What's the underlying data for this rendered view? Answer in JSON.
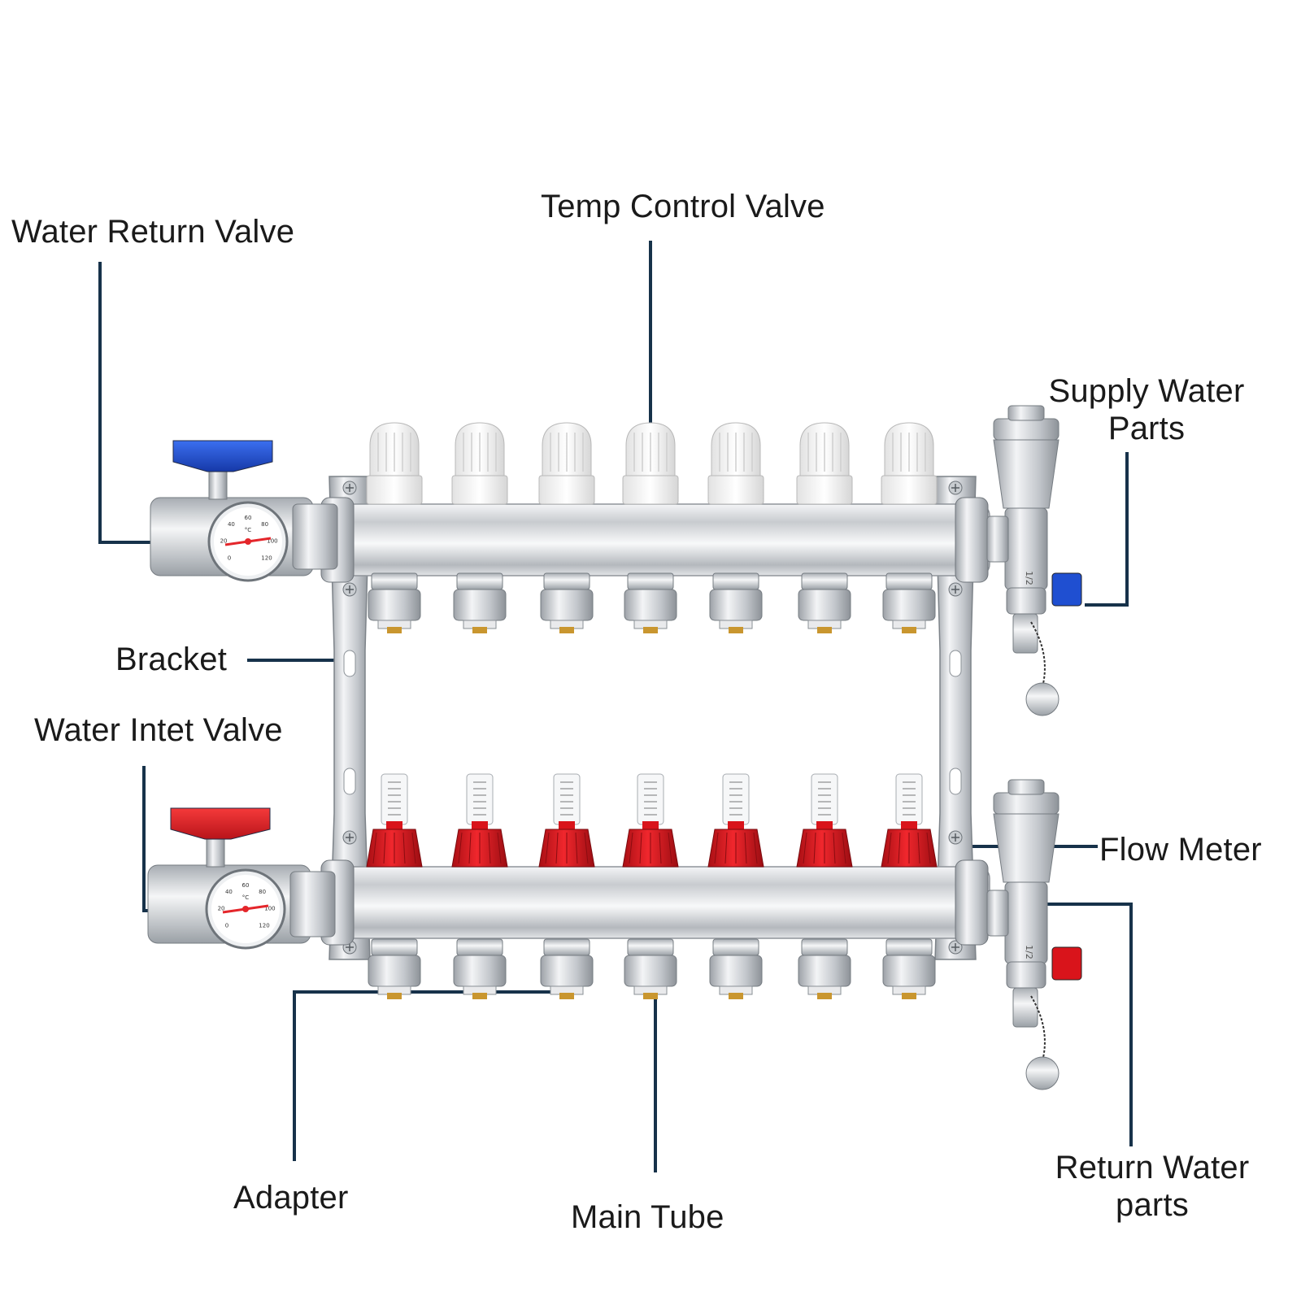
{
  "labels": {
    "water_return_valve": "Water Return Valve",
    "temp_control_valve": "Temp Control Valve",
    "supply_water_parts_line1": "Supply Water",
    "supply_water_parts_line2": "Parts",
    "bracket": "Bracket",
    "water_inlet_valve": "Water Intet Valve",
    "flow_meter": "Flow Meter",
    "return_water_parts_line1": "Return Water",
    "return_water_parts_line2": "parts",
    "adapter": "Adapter",
    "main_tube": "Main Tube"
  },
  "gauge": {
    "unit": "°C",
    "ticks": [
      "0",
      "20",
      "40",
      "60",
      "80",
      "100",
      "120"
    ]
  },
  "valve_size": "1/2",
  "colors": {
    "leader_line": "#17324a",
    "return_handle": "#1f4fd1",
    "inlet_handle": "#e0191d",
    "flow_meter_body": "#d9141b",
    "chrome": "#d4d6d9",
    "brass": "#c9962f"
  }
}
